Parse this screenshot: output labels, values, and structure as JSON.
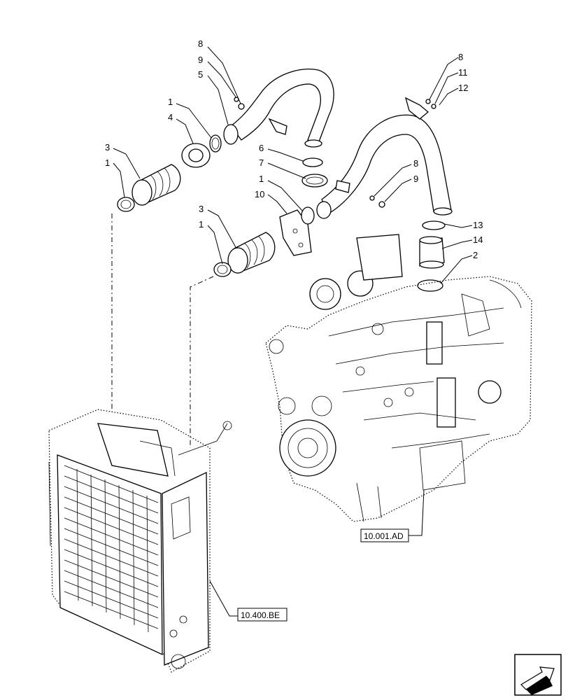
{
  "callouts": {
    "c1a": "1",
    "c1b": "1",
    "c1c": "1",
    "c1d": "1",
    "c2": "2",
    "c3a": "3",
    "c3b": "3",
    "c4": "4",
    "c5": "5",
    "c6": "6",
    "c7": "7",
    "c8a": "8",
    "c8b": "8",
    "c8c": "8",
    "c9a": "9",
    "c9b": "9",
    "c10": "10",
    "c11": "11",
    "c12": "12",
    "c13": "13",
    "c14": "14"
  },
  "references": {
    "engine": "10.001.AD",
    "radiator": "10.400.BE"
  },
  "nav_icon": "next-page-arrow-icon"
}
